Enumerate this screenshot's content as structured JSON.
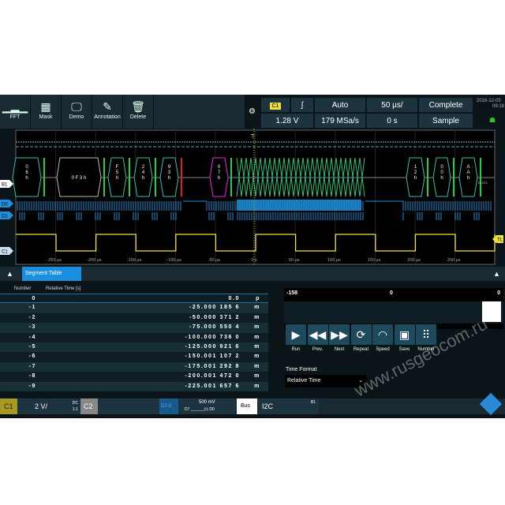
{
  "toolbar": {
    "items": [
      {
        "label": "FFT",
        "icon": "fft-icon"
      },
      {
        "label": "Mask",
        "icon": "mask-icon"
      },
      {
        "label": "Demo",
        "icon": "demo-icon"
      },
      {
        "label": "Annotation",
        "icon": "pencil-icon"
      },
      {
        "label": "Delete",
        "icon": "trash-icon"
      }
    ]
  },
  "status": {
    "trigger_source": "C1",
    "trigger_slope": "ʃ",
    "trigger_mode": "Auto",
    "timebase": "50 µs/",
    "acq_state": "Complete",
    "trigger_level": "1.28 V",
    "sample_rate": "179 MSa/s",
    "horiz_position": "0 s",
    "acq_mode": "Sample",
    "date": "2016-12-05",
    "time": "09:18"
  },
  "waveform": {
    "bus_label": "B1",
    "d0_label": "D0",
    "d1_label": "D1",
    "c1_label": "C1",
    "trigger_marker": "T",
    "trigger_level_marker": "TL",
    "bus_tag": "BUS1",
    "decode": [
      "0\n6\nh",
      "0 F 3 h",
      "F\n5\nh",
      "2\n4\nh",
      "9\n3\nh",
      "0\n7\nh",
      "1\n2\nh",
      "0\n0\nh",
      "A\nA\nh"
    ],
    "time_labels": [
      "-250 µs",
      "-200 µs",
      "-150 µs",
      "-100 µs",
      "-50 µs",
      "0 s",
      "50 µs",
      "100 µs",
      "150 µs",
      "200 µs",
      "250 µs"
    ],
    "colors": {
      "bus": "#2fc0b0",
      "d": "#1e8fd8",
      "c1": "#f0e040",
      "ack": "#22d040",
      "stop": "#e02020",
      "start": "#f020e0"
    }
  },
  "segment_table": {
    "title": "Segment Table",
    "headers": [
      "Number",
      "Relative Time [s]"
    ],
    "rows": [
      [
        "0",
        "0.0",
        "p"
      ],
      [
        "-1",
        "-25.000 185 6",
        "m"
      ],
      [
        "-2",
        "-50.000 371 2",
        "m"
      ],
      [
        "-3",
        "-75.000 550 4",
        "m"
      ],
      [
        "-4",
        "-100.000 736 0",
        "m"
      ],
      [
        "-5",
        "-125.000 921 6",
        "m"
      ],
      [
        "-6",
        "-150.001 107 2",
        "m"
      ],
      [
        "-7",
        "-175.001 292 8",
        "m"
      ],
      [
        "-8",
        "-200.001 472 0",
        "m"
      ],
      [
        "-9",
        "-225.001 657 6",
        "m"
      ]
    ]
  },
  "history": {
    "left": "-158",
    "center": "0",
    "right": "0",
    "buttons": [
      {
        "label": "Run",
        "icon": "play-icon",
        "glyph": "▶"
      },
      {
        "label": "Prev.",
        "icon": "rewind-icon",
        "glyph": "◀◀"
      },
      {
        "label": "Next",
        "icon": "fast-forward-icon",
        "glyph": "▶▶"
      },
      {
        "label": "Repeat",
        "icon": "repeat-icon",
        "glyph": "⟳"
      },
      {
        "label": "Speed",
        "icon": "speed-gauge-icon",
        "glyph": "◠"
      },
      {
        "label": "Save",
        "icon": "save-icon",
        "glyph": "▣"
      },
      {
        "label": "Number",
        "icon": "grid-icon",
        "glyph": "⠿"
      }
    ],
    "time_format_label": "Time Format",
    "time_format_value": "Relative Time"
  },
  "bottom": {
    "c1": "C1",
    "c1_scale": "2 V/",
    "c1_coupling": "DC",
    "c1_ratio": "1:1",
    "c2": "C2",
    "digital": "D7-0",
    "digital_level": "500 mV",
    "digital_range": "D7 ______‡‡ D0",
    "bus": "Bus",
    "bus_proto": "I2C",
    "bus_id": "B1"
  },
  "watermark": "www.rusgeocom.ru"
}
